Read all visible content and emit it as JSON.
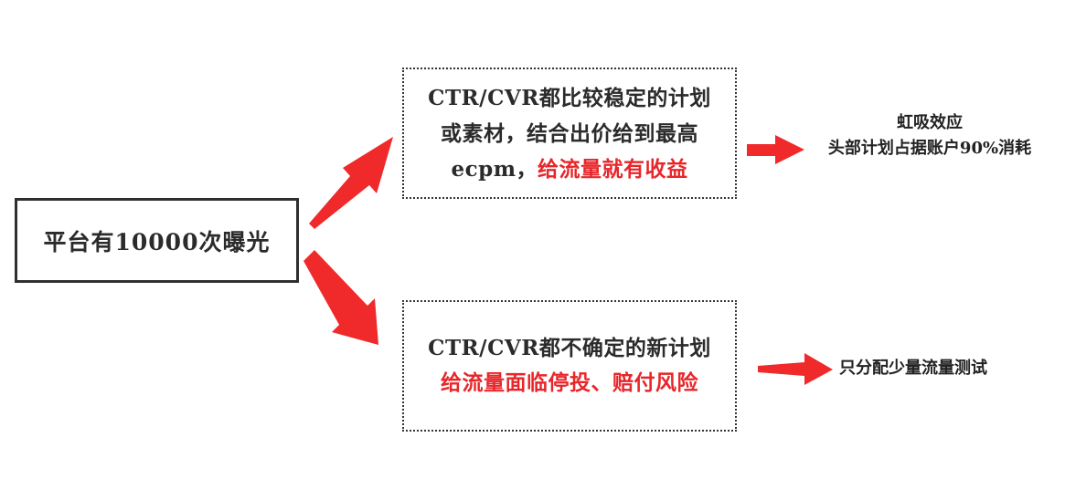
{
  "root": {
    "label": "平台有10000次曝光"
  },
  "stable_branch": {
    "line1": "CTR/CVR都比较稳定的计划",
    "line2": "或素材，结合出价给到最高",
    "line3_prefix": "ecpm，",
    "line3_highlight": "给流量就有收益",
    "note_line1": "虹吸效应",
    "note_line2": "头部计划占据账户90%消耗"
  },
  "unstable_branch": {
    "line1": "CTR/CVR都不确定的新计划",
    "line2_highlight": "给流量面临停投、赔付风险",
    "note": "只分配少量流量测试"
  },
  "colors": {
    "arrow": "#f02a2a",
    "highlight": "#e8262a",
    "border": "#2f2f2f"
  }
}
